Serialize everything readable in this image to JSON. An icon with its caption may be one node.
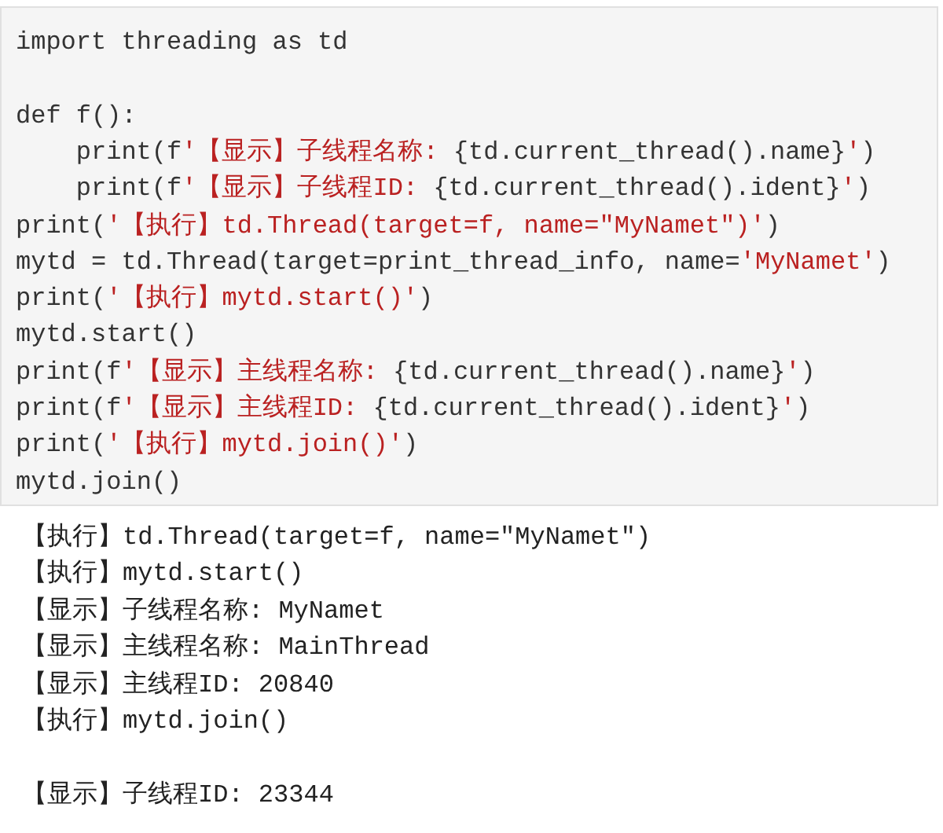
{
  "diagram": {
    "labels": [
      "import threading as td",
      "def f():",
      "print(f'【显示】子线程名称: {td.current_thread().name}')",
      "print(f'【显示】子线程ID: {td.current_thread().ident}')",
      "print('【执行】td.Thread(target=f, name=\"MyNamet\")')",
      "mytd = td.Thread(target=print_thread_info, name='MyNamet')",
      "print('【执行】mytd.start()')",
      "mytd.start()",
      "print(f'【显示】主线程名称: {td.current_thread().name}')",
      "print(f'【显示】主线程ID: {td.current_thread().ident}')",
      "print('【执行】mytd.join()')",
      "mytd.join()",
      "【执行】td.Thread(target=f, name=\"MyNamet\")",
      "【执行】mytd.start()",
      "【显示】子线程名称: MyNamet",
      "【显示】主线程名称: MainThread",
      "【显示】主线程ID: 20840",
      "【执行】mytd.join()",
      "【显示】子线程ID: 23344"
    ]
  }
}
